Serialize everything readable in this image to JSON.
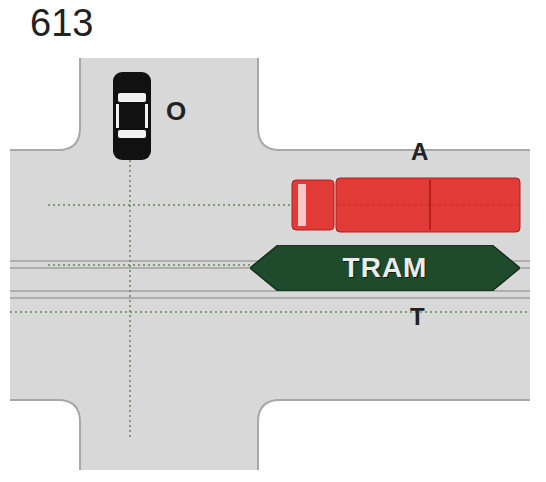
{
  "diagram": {
    "nodes": [
      {
        "text": [
          "TRAM"
        ]
      }
    ],
    "labels": [
      "613",
      "O",
      "A",
      "T"
    ]
  }
}
